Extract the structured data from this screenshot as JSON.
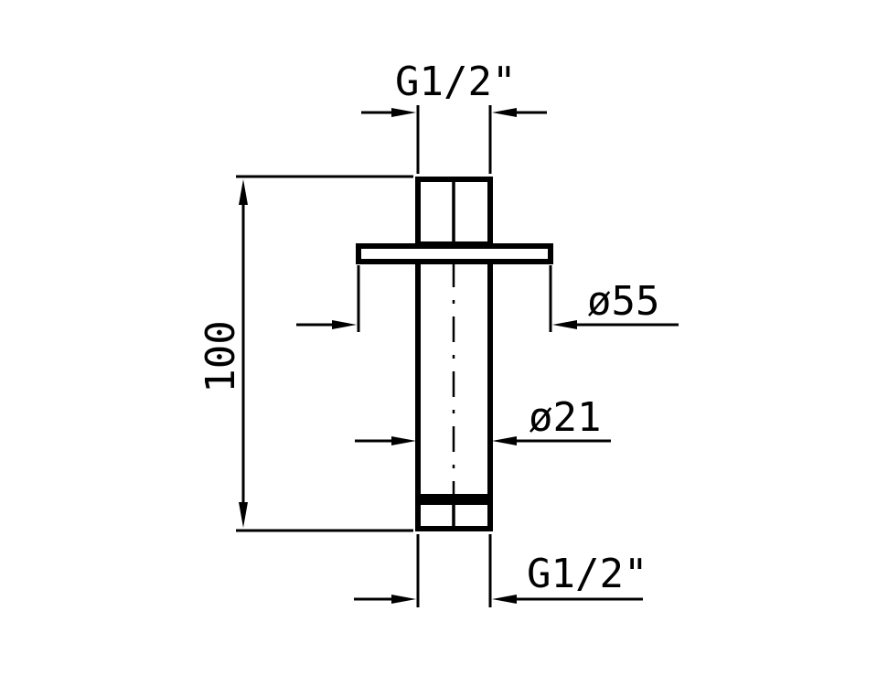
{
  "drawing": {
    "dimensions": {
      "top_thread": "G1/2\"",
      "bottom_thread": "G1/2\"",
      "flange_diameter": "ø55",
      "pipe_diameter": "ø21",
      "length": "100"
    },
    "line_color": "#000000",
    "background_color": "#ffffff"
  }
}
